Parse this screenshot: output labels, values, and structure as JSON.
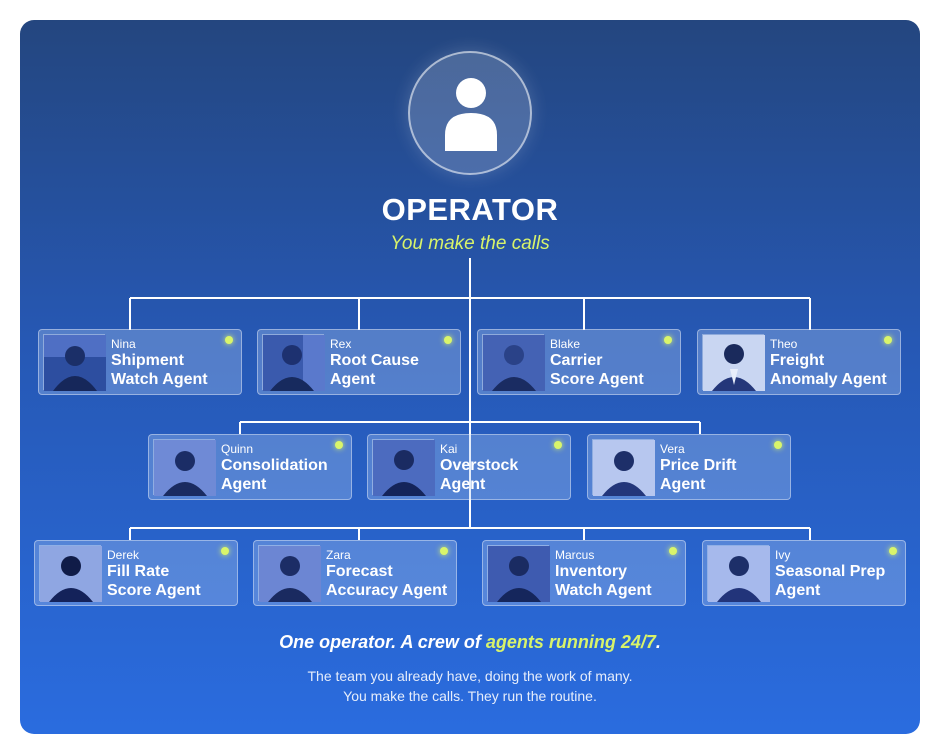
{
  "operator": {
    "title": "OPERATOR",
    "subtitle": "You make the calls",
    "icon": "user-icon"
  },
  "rows": [
    [
      {
        "name": "Nina",
        "role": "Shipment\nWatch Agent"
      },
      {
        "name": "Rex",
        "role": "Root Cause\nAgent"
      },
      {
        "name": "Blake",
        "role": "Carrier\nScore Agent"
      },
      {
        "name": "Theo",
        "role": "Freight\nAnomaly Agent"
      }
    ],
    [
      {
        "name": "Quinn",
        "role": "Consolidation\nAgent"
      },
      {
        "name": "Kai",
        "role": "Overstock\nAgent"
      },
      {
        "name": "Vera",
        "role": "Price Drift\nAgent"
      }
    ],
    [
      {
        "name": "Derek",
        "role": "Fill Rate\nScore Agent"
      },
      {
        "name": "Zara",
        "role": "Forecast\nAccuracy Agent"
      },
      {
        "name": "Marcus",
        "role": "Inventory\nWatch Agent"
      },
      {
        "name": "Ivy",
        "role": "Seasonal Prep\nAgent"
      }
    ]
  ],
  "footer": {
    "tagline_lead": "One operator. A crew of ",
    "tagline_highlight": "agents running 24/7",
    "tagline_end": ".",
    "line1": "The team you already have, doing the work of many.",
    "line2": "You make the calls. They run the routine."
  },
  "colors": {
    "background_top": "#24467f",
    "background_bottom": "#2a6cdf",
    "accent": "#d8f36a",
    "status_dot": "#d9f56b"
  }
}
